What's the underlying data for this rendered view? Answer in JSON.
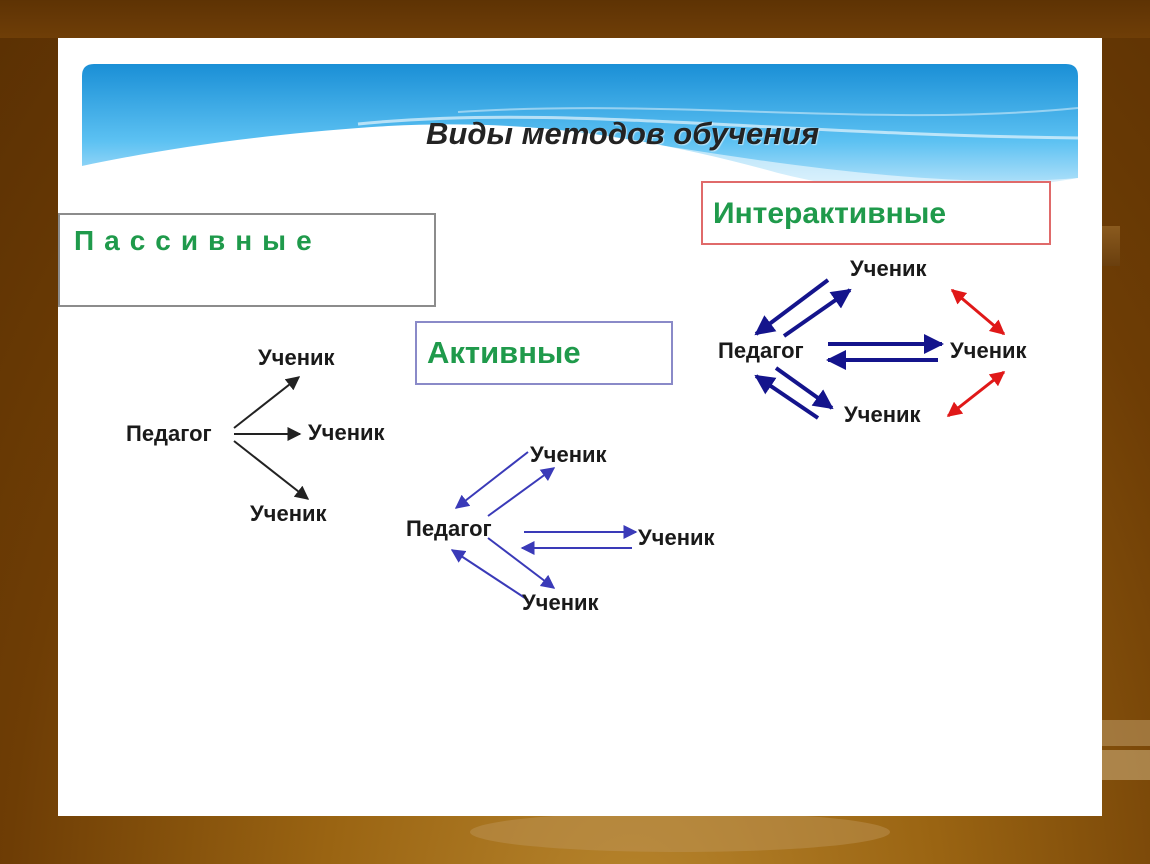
{
  "slide": {
    "title": "Виды методов обучения"
  },
  "categories": {
    "passive": "Пассивные",
    "active": "Активные",
    "interactive": "Интерактивные"
  },
  "passive_diagram": {
    "teacher": "Педагог",
    "students": [
      "Ученик",
      "Ученик",
      "Ученик"
    ]
  },
  "active_diagram": {
    "teacher": "Педагог",
    "students": [
      "Ученик",
      "Ученик",
      "Ученик"
    ]
  },
  "interactive_diagram": {
    "teacher": "Педагог",
    "students": [
      "Ученик",
      "Ученик",
      "Ученик"
    ]
  },
  "colors": {
    "category_text": "#1f9a4b",
    "passive_arrow": "#222222",
    "active_arrow": "#3a3ab8",
    "interactive_arrow": "#14148c",
    "interactive_peer_arrow": "#e01818",
    "header_wave": "#29a3e6"
  }
}
